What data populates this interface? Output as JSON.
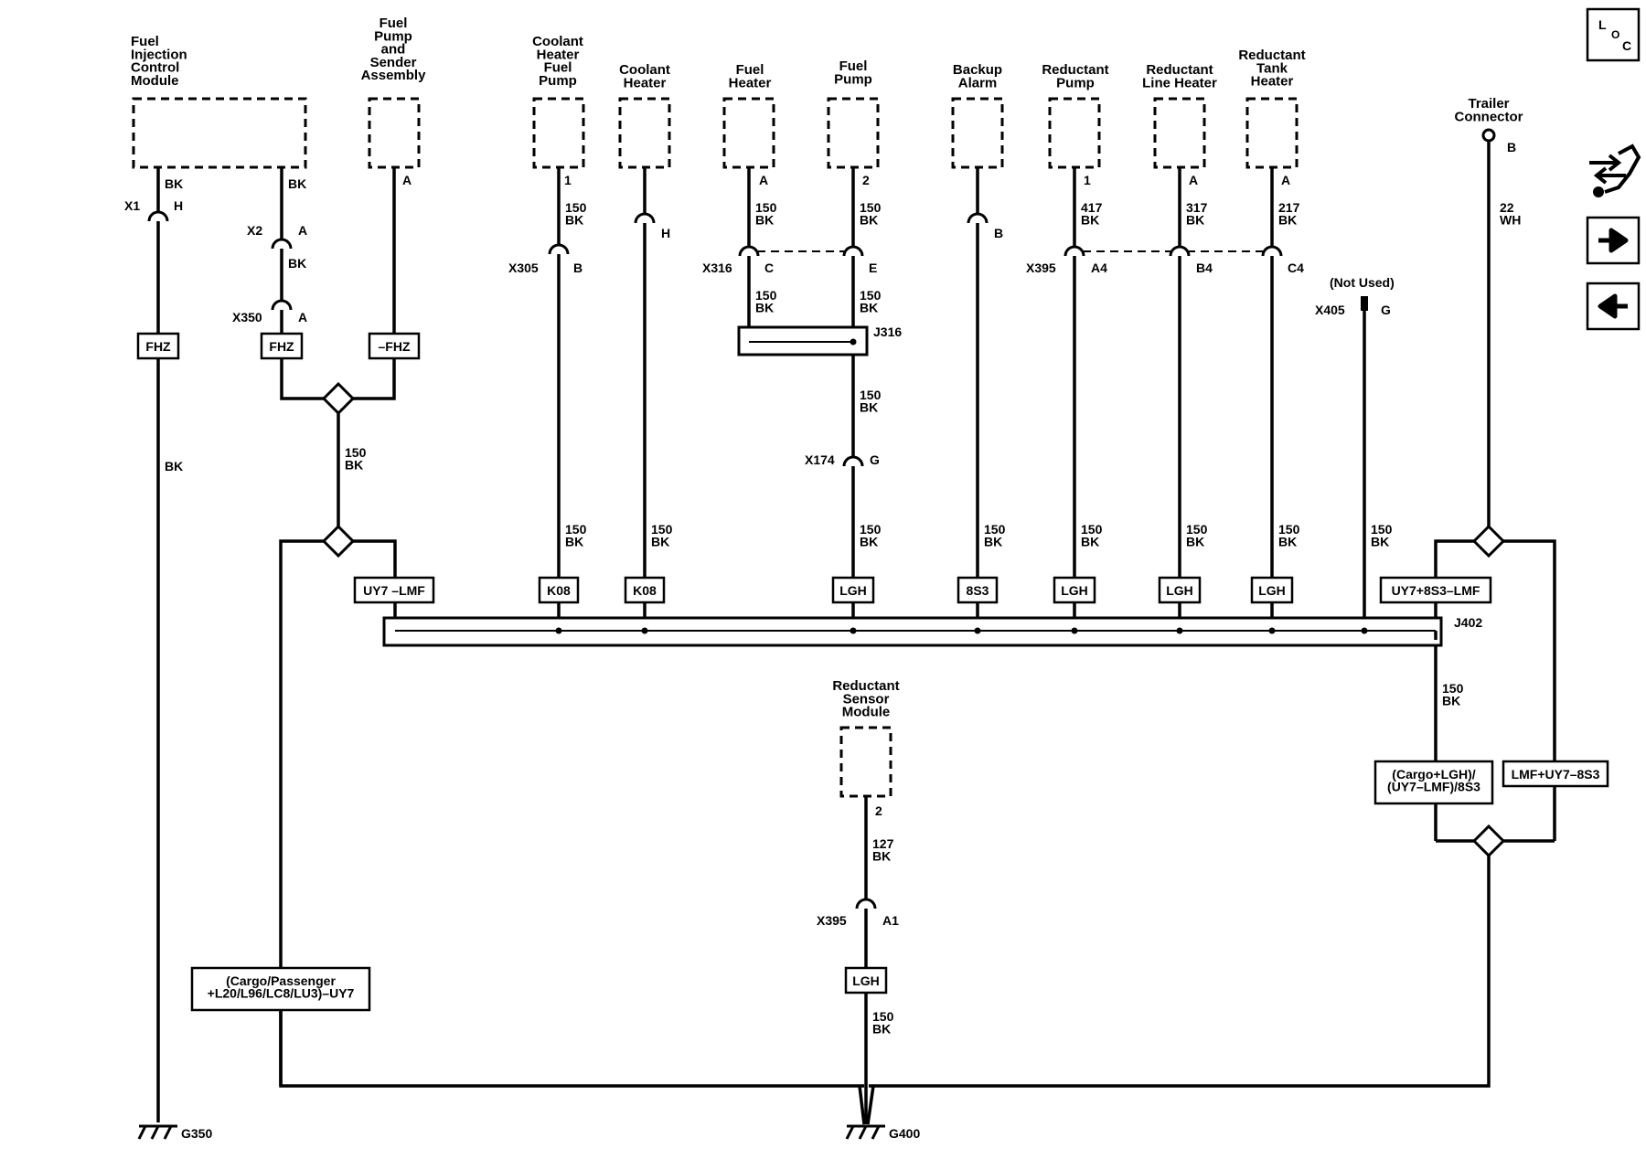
{
  "components": {
    "ficm": "Fuel\nInjection\nControl\nModule",
    "fuel_pump_sender": "Fuel\nPump\nand\nSender\nAssembly",
    "coolant_heater_fuel_pump": "Coolant\nHeater\nFuel\nPump",
    "coolant_heater": "Coolant\nHeater",
    "fuel_heater": "Fuel\nHeater",
    "fuel_pump": "Fuel\nPump",
    "backup_alarm": "Backup\nAlarm",
    "reductant_pump": "Reductant\nPump",
    "reductant_line_heater": "Reductant\nLine Heater",
    "reductant_tank_heater": "Reductant\nTank\nHeater",
    "trailer_connector": "Trailer\nConnector",
    "reductant_sensor_module": "Reductant\nSensor\nModule"
  },
  "pins": {
    "ficm_1": "BK",
    "ficm_2": "BK",
    "fp_sender": "A",
    "chfp": "1",
    "ch": "H",
    "fh": "A",
    "fp": "2",
    "ba": "B",
    "rp": "1",
    "rlh": "A",
    "rth": "A",
    "tc": "B",
    "rsm": "2"
  },
  "wires": {
    "c150bk": "150\nBK",
    "c417bk": "417\nBK",
    "c317bk": "317\nBK",
    "c217bk": "217\nBK",
    "c22wh": "22\nWH",
    "c127bk": "127\nBK",
    "bk": "BK"
  },
  "connectors": {
    "x1": "X1",
    "x1_pin": "H",
    "x2": "X2",
    "x2_pin": "A",
    "x350": "X350",
    "x350_pin": "A",
    "x305": "X305",
    "x305_pin": "B",
    "x316": "X316",
    "x316_c": "C",
    "x316_e": "E",
    "x174": "X174",
    "x174_pin": "G",
    "x395": "X395",
    "x395_a4": "A4",
    "x395_b4": "B4",
    "x395_c4": "C4",
    "x405": "X405",
    "x405_pin": "G",
    "x405_note": "(Not Used)",
    "x395_bottom": "X395",
    "x395_a1": "A1"
  },
  "splices": {
    "j316": "J316",
    "j402": "J402"
  },
  "options": {
    "fhz": "FHZ",
    "fhz2": "FHZ",
    "not_fhz": "–FHZ",
    "uy7_lmf": "UY7 –LMF",
    "k08a": "K08",
    "k08b": "K08",
    "lgh_fp": "LGH",
    "ss3": "8S3",
    "lgh_rp": "LGH",
    "lgh_rlh": "LGH",
    "lgh_rth": "LGH",
    "uy7_8s3_lmf": "UY7+8S3–LMF",
    "cargo_lgh": "(Cargo+LGH)/\n(UY7–LMF)/8S3",
    "lmf_uy7_8s3": "LMF+UY7–8S3",
    "cargo_passenger": "(Cargo/Passenger\n+L20/L96/LC8/LU3)–UY7",
    "lgh_bottom": "LGH"
  },
  "grounds": {
    "g350": "G350",
    "g400": "G400"
  },
  "nav": {
    "loc_l": "L",
    "loc_o": "O",
    "loc_c": "C"
  }
}
